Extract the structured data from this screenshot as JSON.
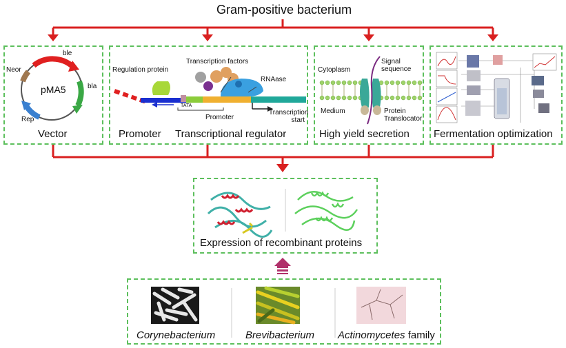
{
  "title": "Gram-positive bacterium",
  "colors": {
    "connector": "#d92020",
    "box_border": "#5cbf5c",
    "membrane": "#9fd36a",
    "rna_polymerase": "#3aa0e0"
  },
  "panels": {
    "vector": {
      "caption": "Vector",
      "plasmid_name": "pMA5",
      "genes": [
        "ble",
        "bla",
        "Rep",
        "Neor"
      ]
    },
    "promoter": {
      "caption_left": "Promoter",
      "caption_right": "Transcriptional regulator",
      "regulation_protein": "Regulation protein",
      "transcription_factors": "Transcription factors",
      "rnaase": "RNAase",
      "tata": "TATA",
      "promoter_label": "Promoter",
      "transcription_start": "Transcription start"
    },
    "secretion": {
      "caption": "High yield secretion",
      "cytoplasm": "Cytoplasm",
      "signal_sequence": "Signal sequence",
      "medium": "Medium",
      "protein_translocator": "Protein Translocator"
    },
    "fermentation": {
      "caption": "Fermentation optimization"
    }
  },
  "expression": {
    "caption": "Expression of recombinant proteins"
  },
  "hosts": [
    {
      "name": "Corynebacterium",
      "suffix": ""
    },
    {
      "name": "Brevibacterium",
      "suffix": ""
    },
    {
      "name": "Actinomycetes",
      "suffix": " family"
    }
  ]
}
